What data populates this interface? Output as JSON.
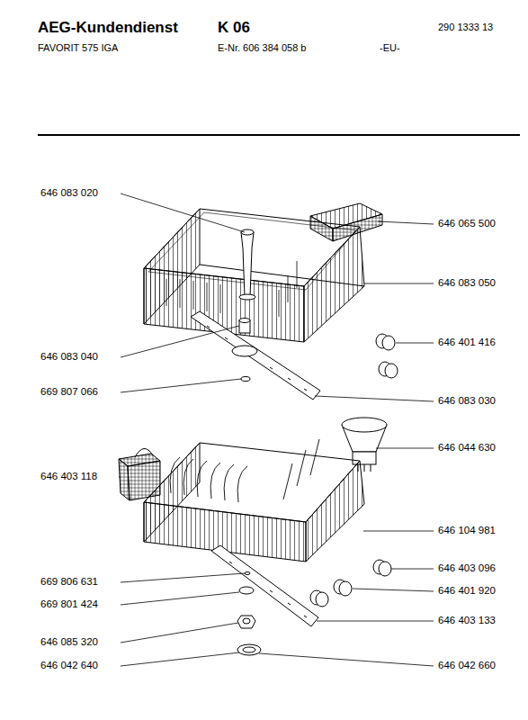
{
  "diagram": {
    "title": "AEG-Kundendienst",
    "labels": [
      "K 06",
      "290 1333 13",
      "FAVORIT 575 IGA",
      "E-Nr. 606 384 058 b",
      "-EU-",
      "646 083 020",
      "646 065 500",
      "646 083 050",
      "646 401 416",
      "646 083 040",
      "669 807 066",
      "646 083 030",
      "646 044 630",
      "646 403 118",
      "646 104 981",
      "646 403 096",
      "669 806 631",
      "646 401 920",
      "669 801 424",
      "646 403 133",
      "646 085 320",
      "646 042 640",
      "646 042 660"
    ]
  }
}
